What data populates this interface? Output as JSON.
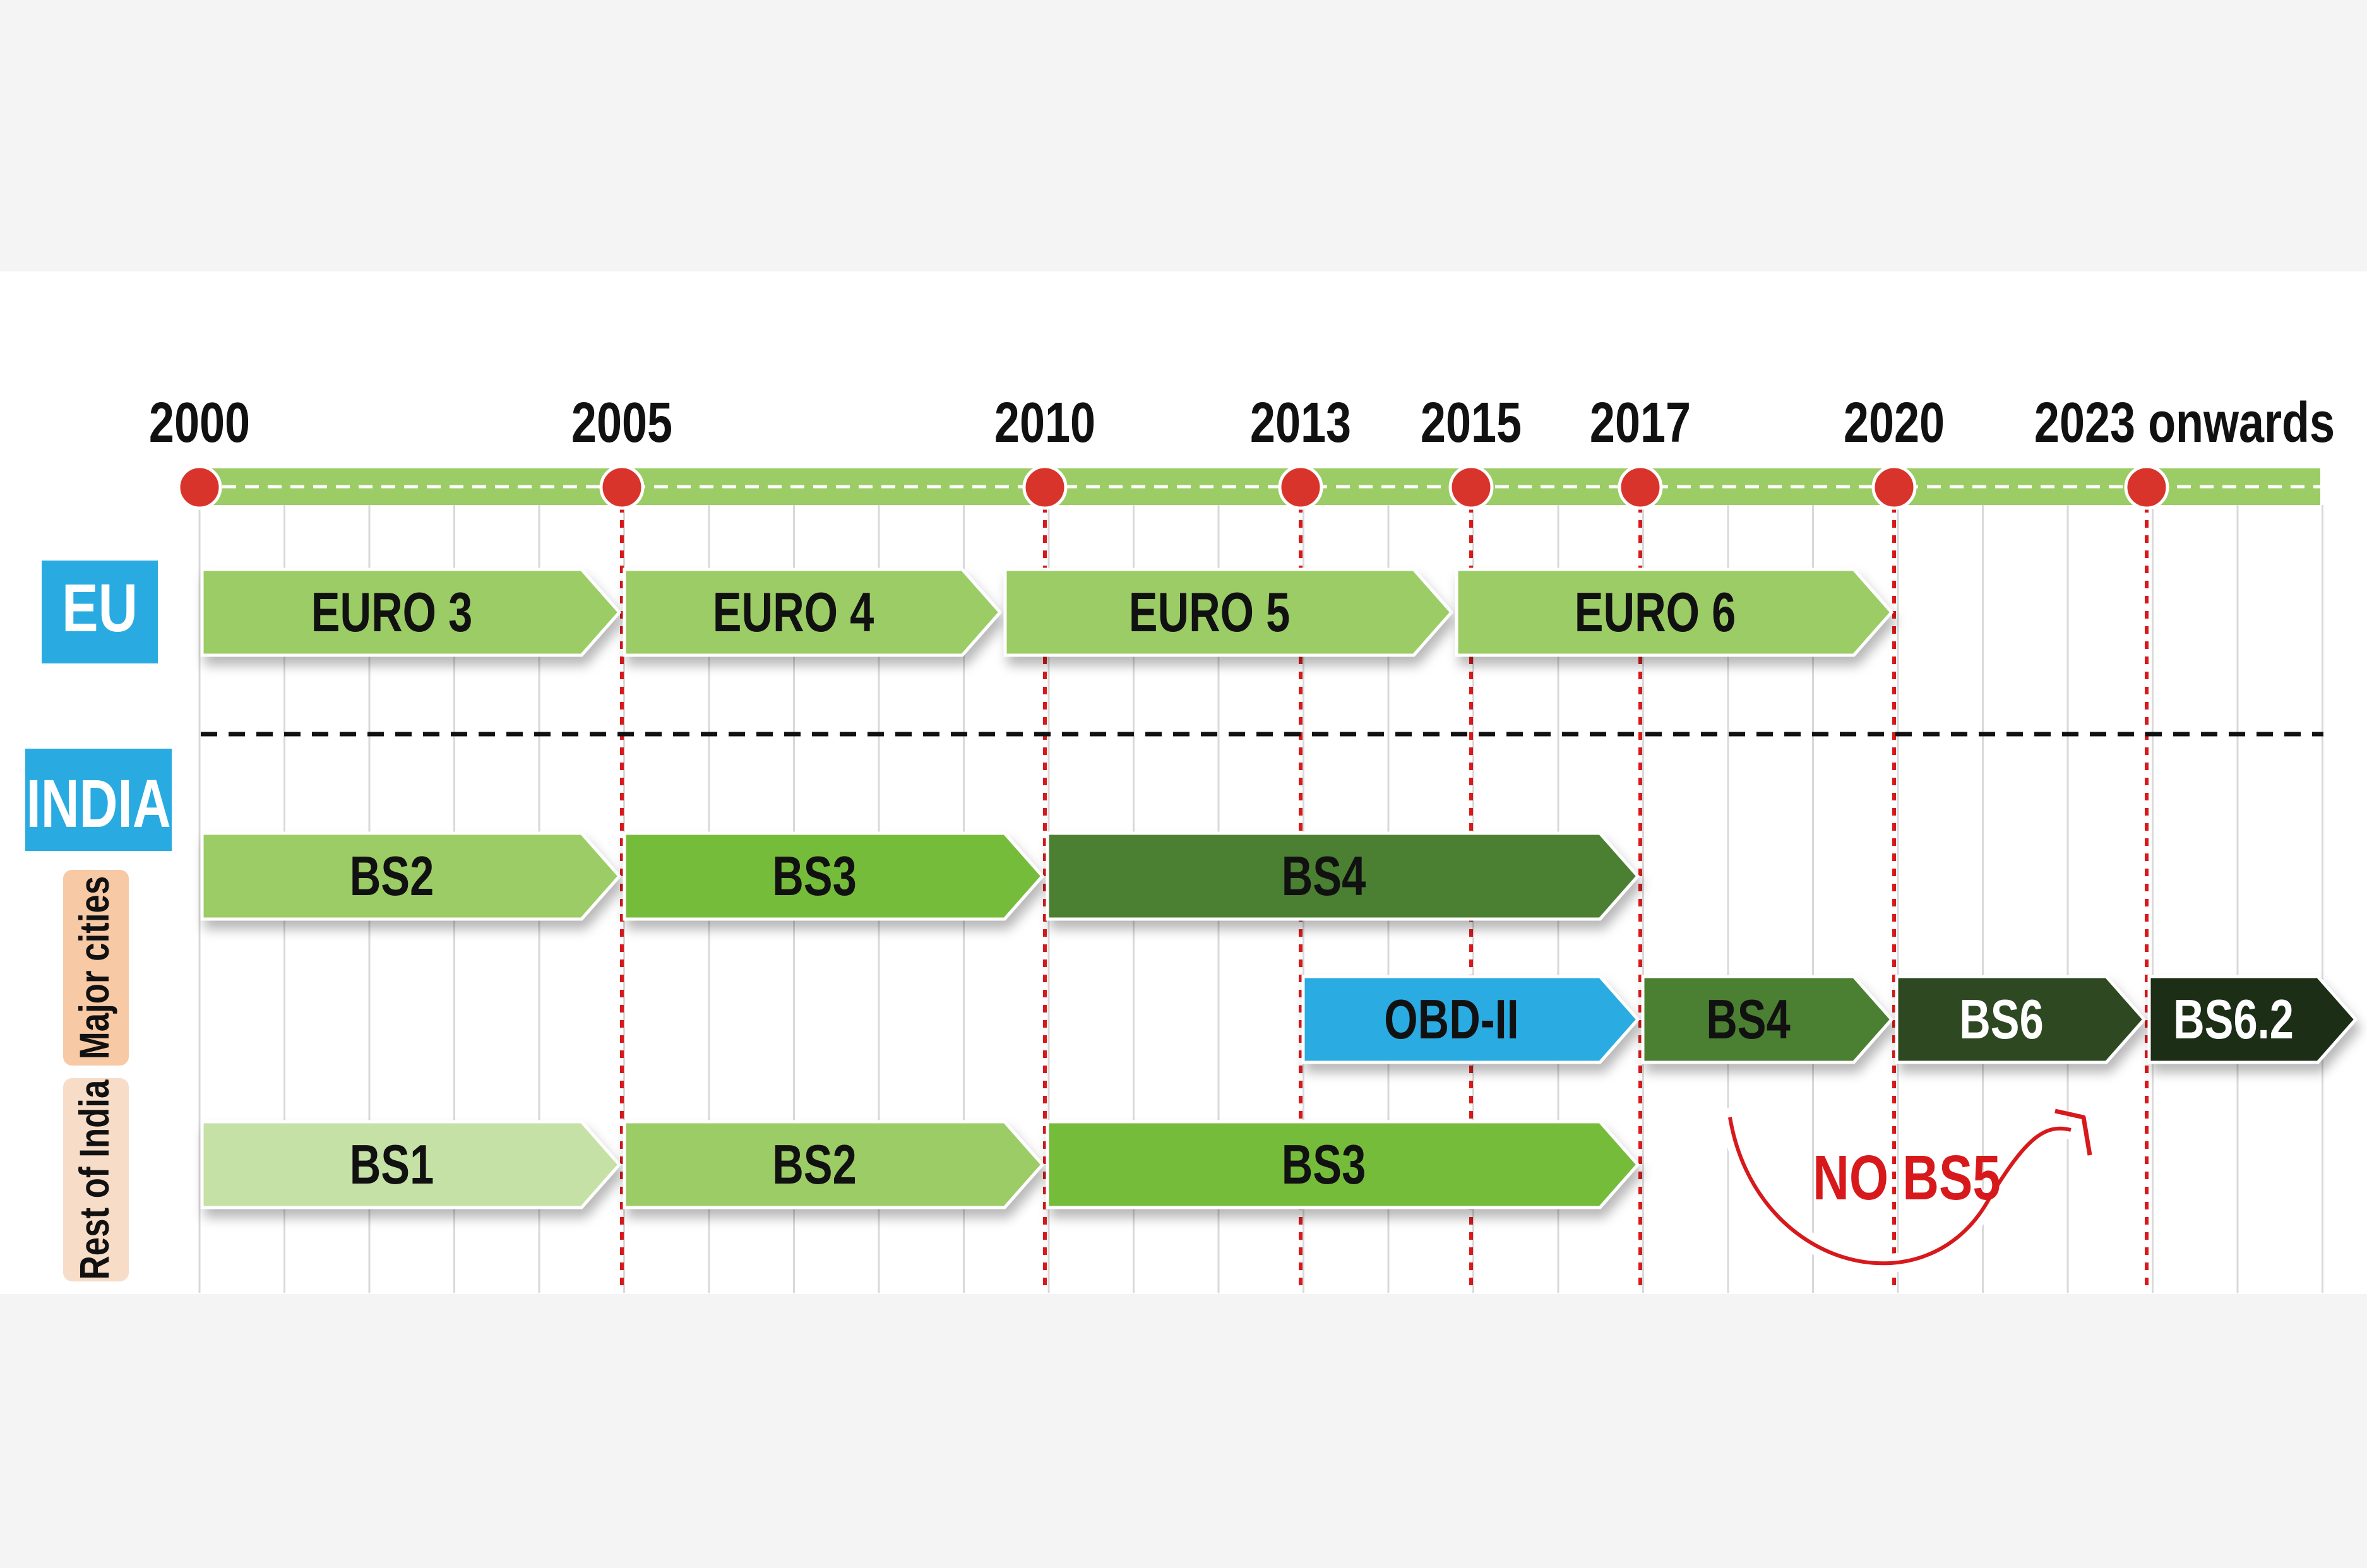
{
  "years": [
    {
      "label": "2000",
      "year": 2000
    },
    {
      "label": "2005",
      "year": 2005
    },
    {
      "label": "2010",
      "year": 2010
    },
    {
      "label": "2013",
      "year": 2013
    },
    {
      "label": "2015",
      "year": 2015
    },
    {
      "label": "2017",
      "year": 2017
    },
    {
      "label": "2020",
      "year": 2020
    },
    {
      "label": "2023 onwards",
      "year": 2023
    }
  ],
  "regions": {
    "eu": "EU",
    "india": "INDIA",
    "major_cities": "Major cities",
    "rest_of_india": "Rest of India"
  },
  "rows": {
    "eu": [
      {
        "label": "EURO 3",
        "start": 2000,
        "end": 2005,
        "color": "#9ccc65",
        "text": "#111111"
      },
      {
        "label": "EURO 4",
        "start": 2005,
        "end": 2009.5,
        "color": "#9ccc65",
        "text": "#111111"
      },
      {
        "label": "EURO 5",
        "start": 2009.5,
        "end": 2014.8,
        "color": "#9ccc65",
        "text": "#111111"
      },
      {
        "label": "EURO 6",
        "start": 2014.8,
        "end": 2020,
        "color": "#9ccc65",
        "text": "#111111"
      }
    ],
    "major_cities": [
      {
        "label": "BS2",
        "start": 2000,
        "end": 2005,
        "color": "#9ccc65",
        "text": "#111111"
      },
      {
        "label": "BS3",
        "start": 2005,
        "end": 2010,
        "color": "#76bc3a",
        "text": "#111111"
      },
      {
        "label": "BS4",
        "start": 2010,
        "end": 2017,
        "color": "#4b7f33",
        "text": "#111111"
      }
    ],
    "major_cities_2": [
      {
        "label": "OBD-II",
        "start": 2013,
        "end": 2017,
        "color": "#29abe2",
        "text": "#111111"
      },
      {
        "label": "BS4",
        "start": 2017,
        "end": 2020,
        "color": "#4b7f33",
        "text": "#111111"
      },
      {
        "label": "BS6",
        "start": 2020,
        "end": 2023,
        "color": "#2d4a22",
        "text": "#ffffff"
      },
      {
        "label": "BS6.2",
        "start": 2023,
        "end": 2025.5,
        "color": "#1e2e18",
        "text": "#ffffff"
      }
    ],
    "rest_of_india": [
      {
        "label": "BS1",
        "start": 2000,
        "end": 2005,
        "color": "#c5e1a5",
        "text": "#111111"
      },
      {
        "label": "BS2",
        "start": 2005,
        "end": 2010,
        "color": "#9ccc65",
        "text": "#111111"
      },
      {
        "label": "BS3",
        "start": 2010,
        "end": 2017,
        "color": "#76bc3a",
        "text": "#111111"
      }
    ]
  },
  "annotation": {
    "text": "NO BS5",
    "color": "#d7191c"
  },
  "colors": {
    "eu_badge": "#29abe2",
    "india_badge": "#29abe2",
    "side_badge": "#f7c9a5",
    "timeline_bar": "#9ccc65",
    "milestone_dot": "#d9342b",
    "milestone_line": "#d7191c"
  }
}
